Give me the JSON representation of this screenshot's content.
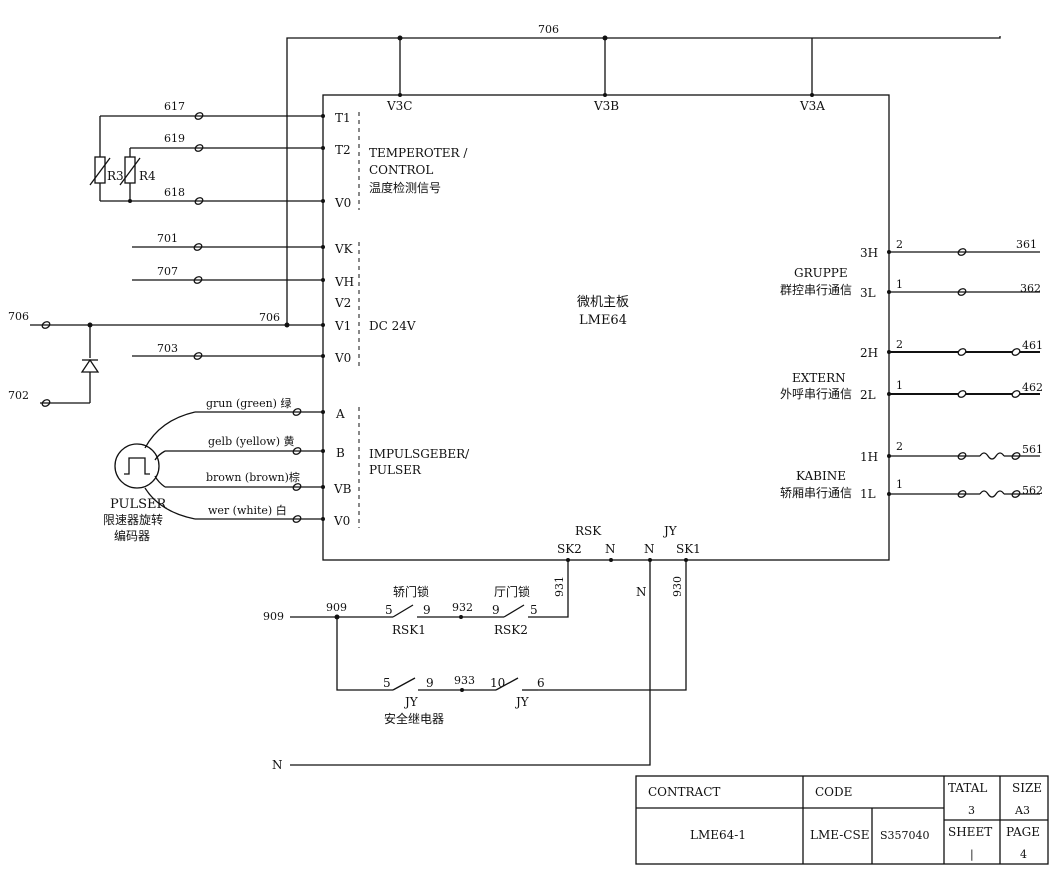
{
  "top_bus": {
    "wire": "706",
    "taps": [
      "V3C",
      "V3B",
      "V3A"
    ]
  },
  "board": {
    "title_cn": "微机主板",
    "title": "LME64"
  },
  "temp_group": {
    "label1": "TEMPEROTER /",
    "label2": "CONTROL",
    "label3": "温度检测信号",
    "pins": [
      "T1",
      "T2",
      "V0"
    ],
    "wires": [
      "617",
      "619",
      "618"
    ],
    "resistors": [
      "R3",
      "R4"
    ]
  },
  "dc_group": {
    "label": "DC 24V",
    "pins": [
      "VK",
      "VH",
      "V2",
      "V1",
      "V0"
    ],
    "wires": [
      "701",
      "707",
      "706",
      "703"
    ],
    "left_wires": [
      "706",
      "702"
    ]
  },
  "pulser_group": {
    "label1": "IMPULSGEBER/",
    "label2": "PULSER",
    "pins": [
      "A",
      "B",
      "VB",
      "V0"
    ],
    "wires": [
      "grun (green) 绿",
      "gelb (yellow) 黄",
      "brown (brown)棕",
      "wer (white) 白"
    ],
    "device": {
      "name": "PULSER",
      "desc1": "限速器旋转",
      "desc2": "编码器"
    }
  },
  "right_groups": [
    {
      "label": "GRUPPE",
      "label_cn": "群控串行通信",
      "pins": [
        "3H",
        "3L"
      ],
      "nums": [
        "2",
        "1"
      ],
      "wires": [
        "361",
        "362"
      ]
    },
    {
      "label": "EXTERN",
      "label_cn": "外呼串行通信",
      "pins": [
        "2H",
        "2L"
      ],
      "nums": [
        "2",
        "1"
      ],
      "wires": [
        "461",
        "462"
      ]
    },
    {
      "label": "KABINE",
      "label_cn": "轿厢串行通信",
      "pins": [
        "1H",
        "1L"
      ],
      "nums": [
        "2",
        "1"
      ],
      "wires": [
        "561",
        "562"
      ]
    }
  ],
  "bottom": {
    "rsk": "RSK",
    "jy": "JY",
    "pins": [
      "SK2",
      "N",
      "N",
      "SK1"
    ],
    "wire_931": "931",
    "wire_930": "930",
    "wire_n": "N",
    "wire_909a": "909",
    "wire_909b": "909",
    "rsk1": {
      "cn": "轿门锁",
      "a": "5",
      "b": "9",
      "name": "RSK1"
    },
    "wire_932": "932",
    "rsk2": {
      "cn": "厅门锁",
      "a": "9",
      "b": "5",
      "name": "RSK2"
    },
    "jy1": {
      "a": "5",
      "b": "9",
      "name": "JY",
      "cn": "安全继电器"
    },
    "wire_933": "933",
    "jy2": {
      "a": "10",
      "b": "6",
      "name": "JY"
    },
    "n_label": "N"
  },
  "title_block": {
    "contract_h": "CONTRACT",
    "code_h": "CODE",
    "total_h": "TATAL",
    "size_h": "SIZE",
    "total_v": "3",
    "size_v": "A3",
    "contract_v": "LME64-1",
    "code_v1": "LME-CSE",
    "code_v2": "S357040",
    "sheet_h": "SHEET",
    "page_h": "PAGE",
    "sheet_v": "|",
    "page_v": "4"
  }
}
